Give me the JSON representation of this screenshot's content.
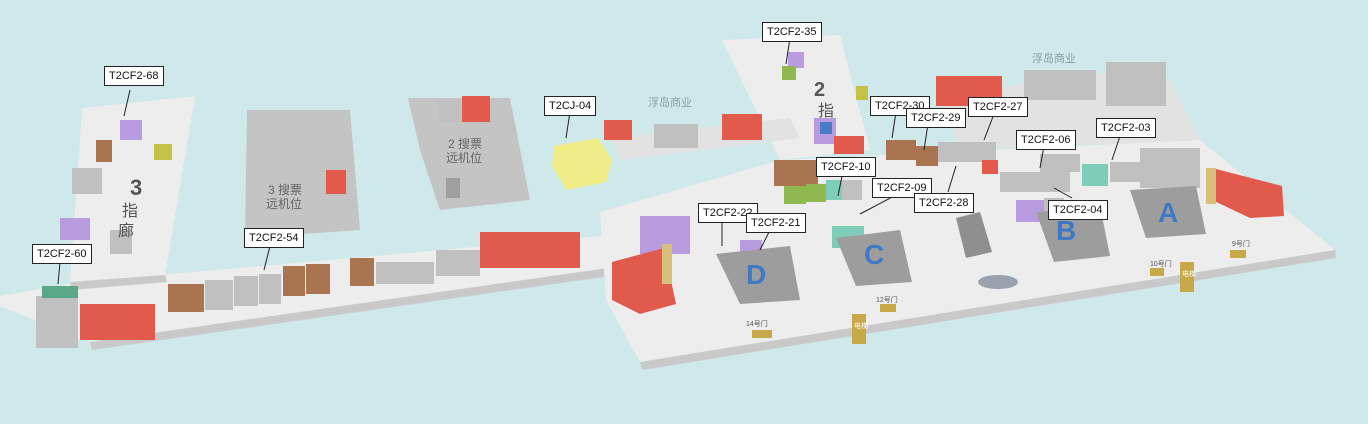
{
  "colors": {
    "background": "#cfe8e9",
    "floor": "#ededed",
    "floor_side": "#c9c9c9",
    "red": "#e25a4c",
    "brown": "#a9744f",
    "purple": "#b99be0",
    "grey_block": "#b5b5b5",
    "yellow": "#f0ec88",
    "olive": "#c4c246",
    "teal": "#7ecdb8",
    "green": "#8fb84e",
    "gate_letter": "#3f78c3",
    "elevator": "#c8a94a"
  },
  "store_labels": [
    "T2CF2-35",
    "T2CF2-68",
    "T2CJ-04",
    "T2CF2-30",
    "T2CF2-27",
    "T2CF2-29",
    "T2CF2-06",
    "T2CF2-03",
    "T2CF2-10",
    "T2CF2-09",
    "T2CF2-28",
    "T2CF2-04",
    "T2CF2-22",
    "T2CF2-21",
    "T2CF2-54",
    "T2CF2-60"
  ],
  "area_labels": {
    "floating_island_1": "浮岛商业",
    "floating_island_2": "浮岛商业",
    "pier_3": "3\n指\n廊",
    "pier_2": "2\n指\n廊",
    "remote_stand_3": "3 搜票\n远机位",
    "remote_stand_2": "2 搜票\n远机位"
  },
  "gate_letters": [
    "A",
    "B",
    "C",
    "D"
  ],
  "gate_numbers": [
    "10号门",
    "12号门",
    "14号门",
    "9号门"
  ],
  "elevator_label": "电梯"
}
